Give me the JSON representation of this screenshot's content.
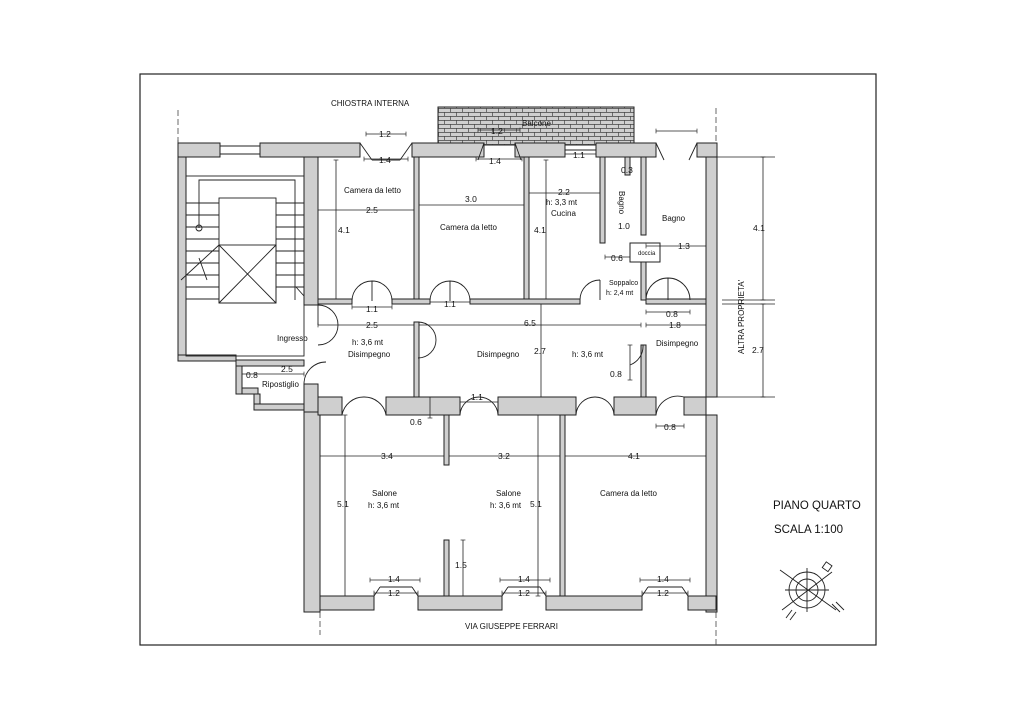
{
  "plan": {
    "floor_title": "PIANO QUARTO",
    "scale": "SCALA 1:100",
    "courtyard": "CHIOSTRA INTERNA",
    "street": "VIA GIUSEPPE FERRARI",
    "balcony": "Balcone",
    "other_property": "ALTRA PROPRIETA'"
  },
  "rooms": {
    "bedroom_1": "Camera da letto",
    "bedroom_2": "Camera da letto",
    "kitchen": "Cucina",
    "kitchen_height": "h: 3,3 mt",
    "bath_small": "Bagno",
    "bath": "Bagno",
    "shower": "doccia",
    "loft": "Soppalco",
    "loft_height": "h: 2,4 mt",
    "entrance": "Ingresso",
    "hall_left_height": "h: 3,6 mt",
    "hall_left": "Disimpegno",
    "hall_center": "Disimpegno",
    "hall_center_height": "h: 3,6 mt",
    "hall_right": "Disimpegno",
    "storage": "Ripostiglio",
    "living_1": "Salone",
    "living_1_height": "h: 3,6 mt",
    "living_2": "Salone",
    "living_2_height": "h: 3,6 mt",
    "bedroom_3": "Camera da letto"
  },
  "dims": {
    "w1_outer": "1.2",
    "w1_inner": "1.4",
    "w2_outer": "1.2",
    "w2_inner": "1.4",
    "w3": "1.1",
    "bath_w": "0.3",
    "bed1_w": "2.5",
    "bed1_h": "4.1",
    "bed2_w": "3.0",
    "kitchen_w": "2.2",
    "kitchen_h": "4.1",
    "bath_small_w": "1.0",
    "bath_w2": "1.3",
    "shower_w": "0.6",
    "door1": "1.1",
    "door2": "1.1",
    "hall_left_w": "2.5",
    "hall_w": "6.5",
    "hall_right_w": "1.8",
    "bath_door": "0.8",
    "hall_h": "2.7",
    "hall_right_door": "0.8",
    "storage_w": "2.5",
    "storage_door": "0.8",
    "door3": "1.1",
    "wall_gap": "0.6",
    "bed3_door": "0.8",
    "right_top_h": "4.1",
    "right_bottom_h": "2.7",
    "sal1_w": "3.4",
    "sal2_w": "3.2",
    "bed3_w": "4.1",
    "sal1_h": "5.1",
    "sal2_h": "5.1",
    "pillar": "1.5",
    "bw1_inner": "1.4",
    "bw1_outer": "1.2",
    "bw2_inner": "1.4",
    "bw2_outer": "1.2",
    "bw3_inner": "1.4",
    "bw3_outer": "1.2"
  }
}
